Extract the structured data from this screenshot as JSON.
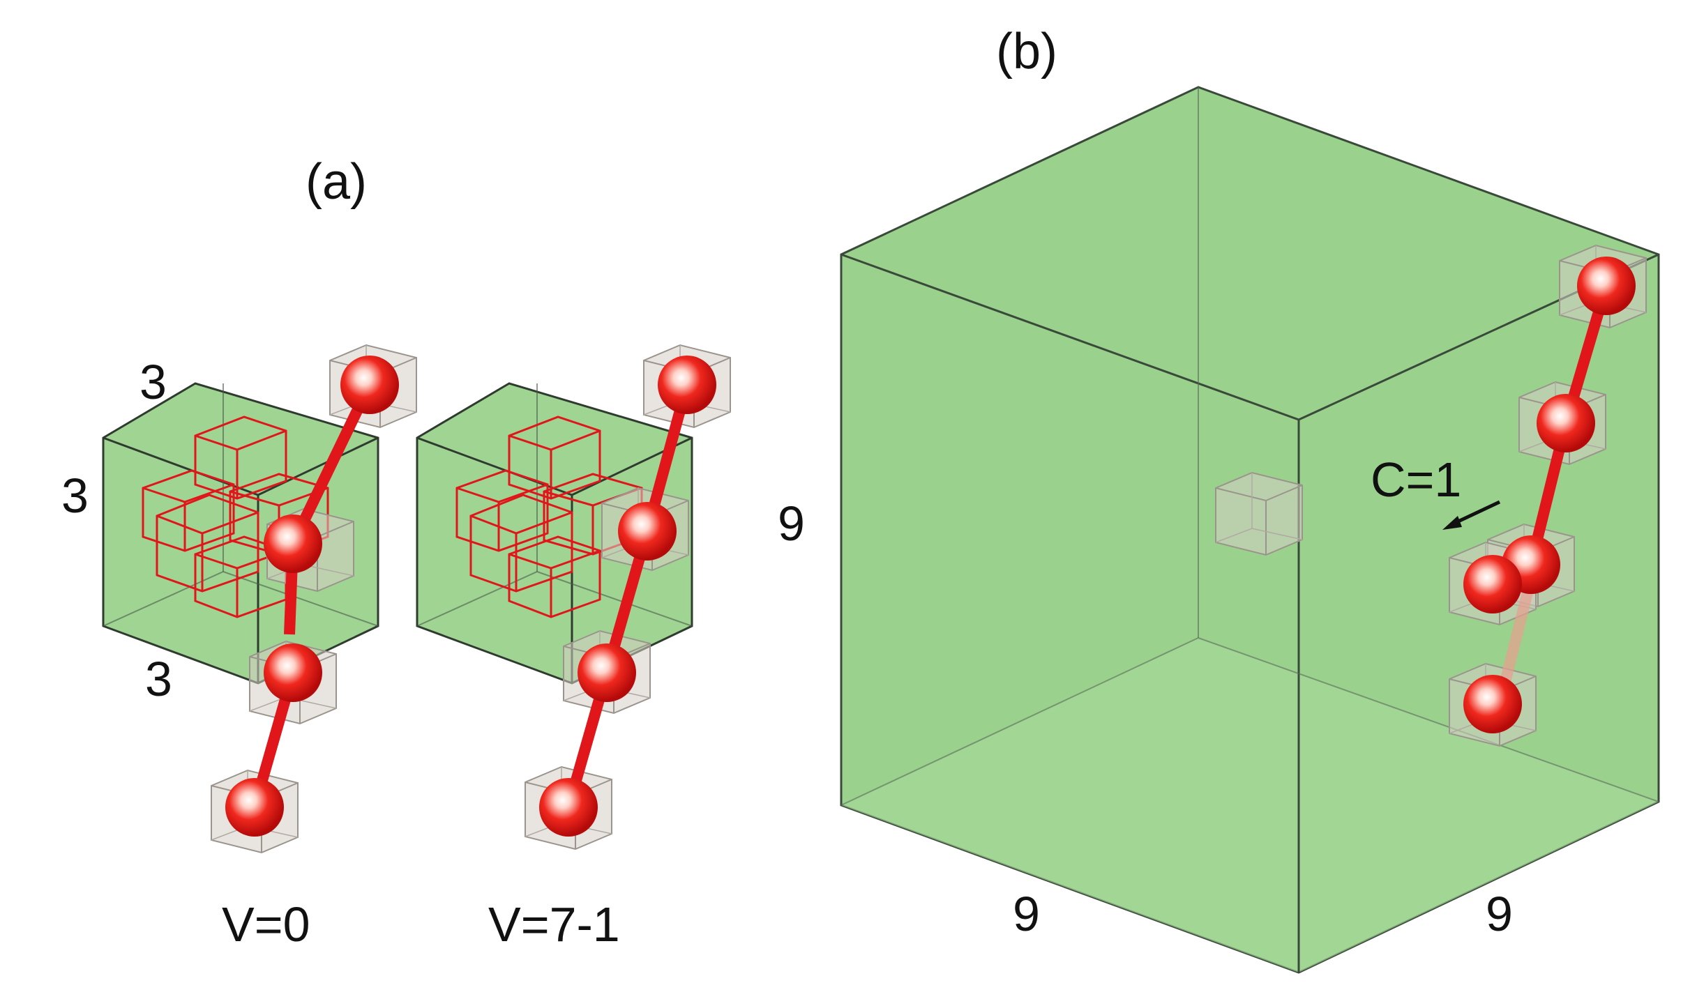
{
  "panel_a": {
    "label": "(a)",
    "dim_top": "3",
    "dim_left": "3",
    "dim_bottom": "3",
    "caption_left": "V=0",
    "caption_right": "V=7-1"
  },
  "panel_b": {
    "label": "(b)",
    "dim_left": "9",
    "dim_bottom_left": "9",
    "dim_bottom_right": "9",
    "annotation": "C=1"
  },
  "colors": {
    "box_fill": "#8fcc80",
    "box_edge": "#3a4a3a",
    "chain": "#e0161b",
    "bead": "#e21a1a",
    "ghost_cube": "#c9c0b4"
  },
  "icons": {
    "bead": "red-sphere",
    "ghost": "translucent-cube",
    "arrow": "arrow-down-left"
  }
}
